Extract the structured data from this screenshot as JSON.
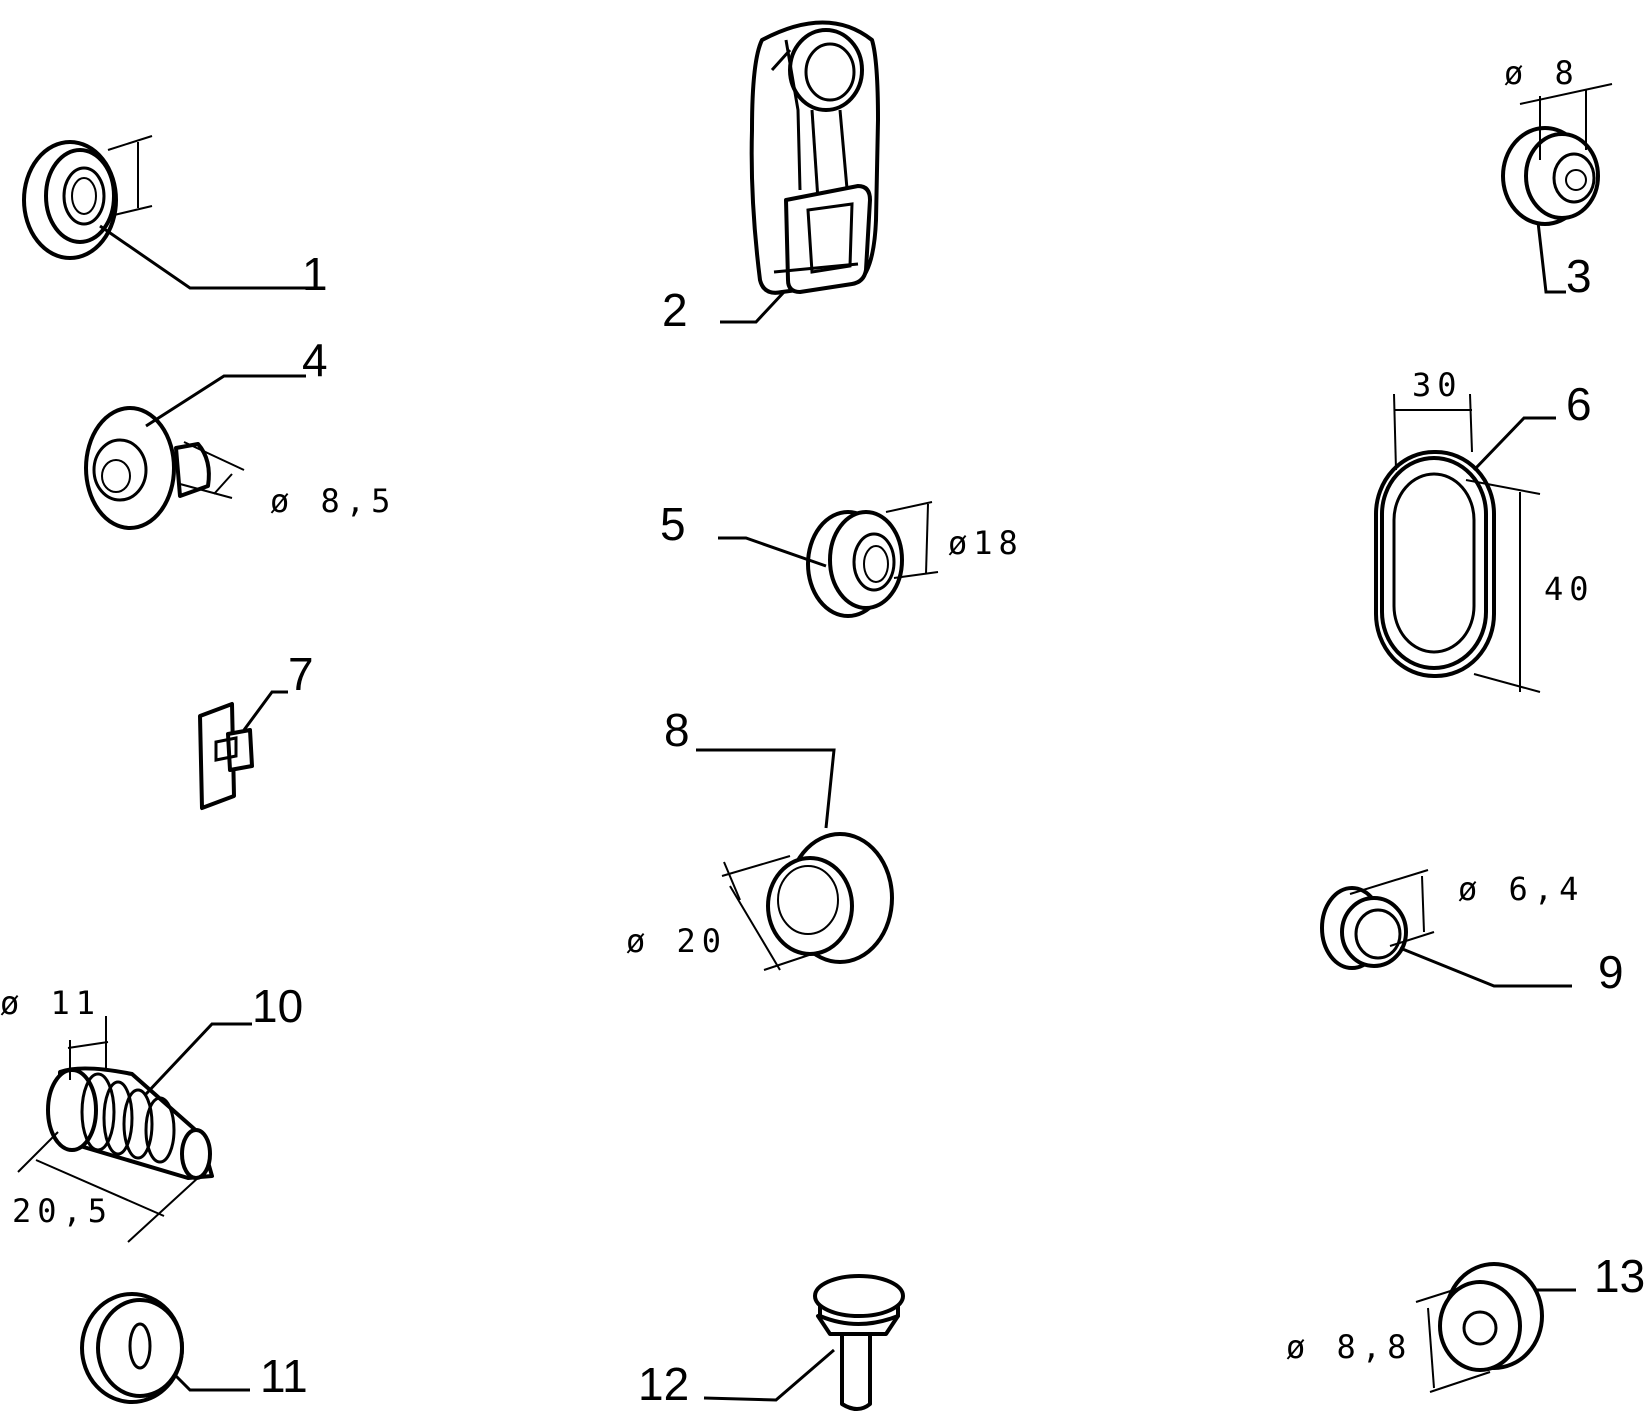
{
  "callouts": {
    "c1": "1",
    "c2": "2",
    "c3": "3",
    "c4": "4",
    "c5": "5",
    "c6": "6",
    "c7": "7",
    "c8": "8",
    "c9": "9",
    "c10": "10",
    "c11": "11",
    "c12": "12",
    "c13": "13"
  },
  "dimensions": {
    "d3": "ø 8",
    "d4": "ø 8,5",
    "d5": "ø18",
    "d6_width": "30",
    "d6_height": "40",
    "d8": "ø 20",
    "d9": "ø 6,4",
    "d10_diameter": "ø 11",
    "d10_length": "20,5",
    "d13": "ø 8,8"
  },
  "colors": {
    "line": "#000000",
    "background": "#ffffff"
  }
}
